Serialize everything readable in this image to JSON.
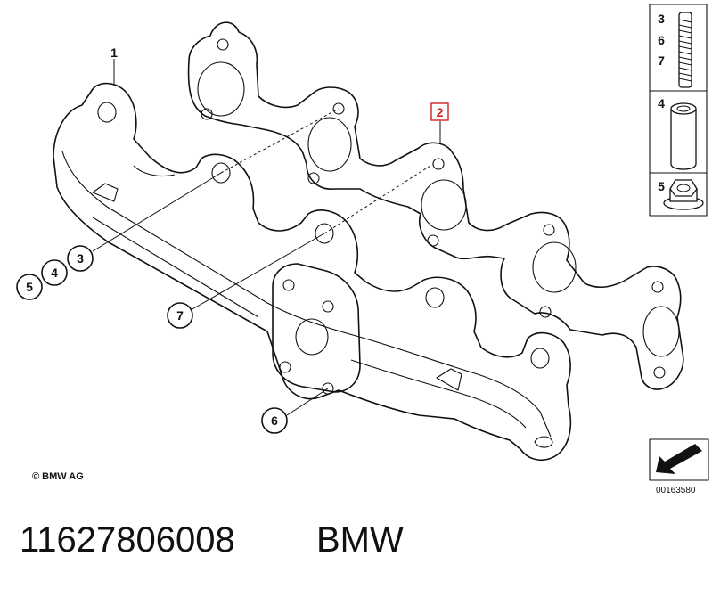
{
  "diagram": {
    "callouts": {
      "c1": "1",
      "c2": "2",
      "c3": "3",
      "c4": "4",
      "c5": "5",
      "c6": "6",
      "c7": "7"
    },
    "side_panel": {
      "stud_labels": [
        "3",
        "6",
        "7"
      ],
      "spacer_label": "4",
      "nut_label": "5"
    },
    "copyright": "© BMW AG",
    "diagram_number": "00163580",
    "highlight_color": "#d32020"
  },
  "caption": {
    "part_number": "11627806008",
    "brand": "BMW"
  }
}
